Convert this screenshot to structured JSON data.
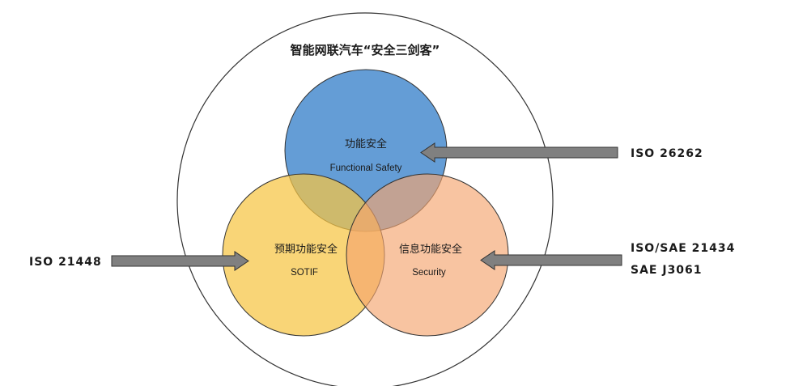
{
  "title": "智能网联汽车“安全三剑客”",
  "circles": {
    "functional_safety": {
      "cn": "功能安全",
      "en": "Functional Safety",
      "color": "#4f8fd0"
    },
    "sotif": {
      "cn": "预期功能安全",
      "en": "SOTIF",
      "color": "#f7c542"
    },
    "security": {
      "cn": "信息功能安全",
      "en": "Security",
      "color": "#f4a56e"
    }
  },
  "standards": {
    "functional_safety": "ISO 26262",
    "sotif": "ISO 21448",
    "security_line1": "ISO/SAE 21434",
    "security_line2": "SAE J3061"
  },
  "colors": {
    "outer_circle": "#333333",
    "arrow_fill": "#808080",
    "arrow_stroke": "#333333"
  }
}
